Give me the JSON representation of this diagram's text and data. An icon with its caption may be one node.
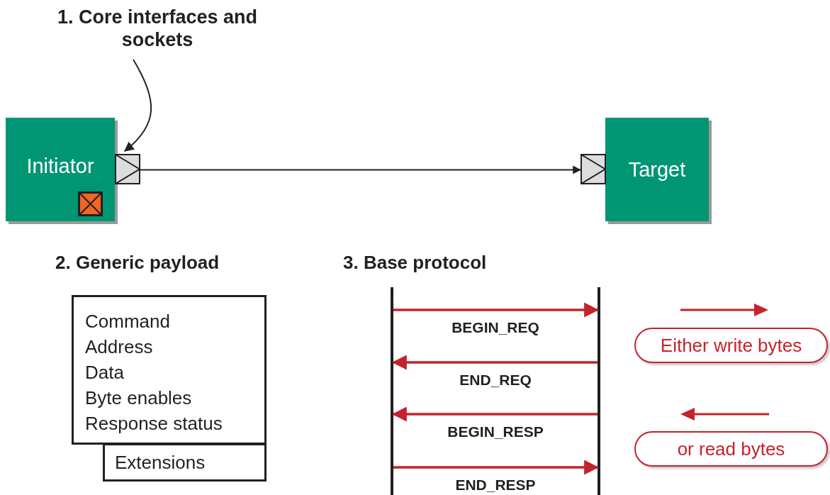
{
  "diagram": {
    "nodes": [
      {
        "text": [
          "1. Core interfaces and sockets"
        ]
      },
      {
        "text": [
          "Initiator"
        ]
      },
      {
        "text": [],
        "shape": "box"
      },
      {
        "text": [],
        "shape": "box"
      },
      {
        "text": [
          "Target"
        ]
      },
      {
        "text": [
          "Command",
          "Address",
          "Data",
          "Byte enables",
          "Response status"
        ]
      },
      {
        "text": [
          "Extensions"
        ]
      },
      {
        "text": [],
        "shape": "bar"
      },
      {
        "text": [],
        "shape": "bar"
      },
      {
        "text": [
          "Either write bytes"
        ]
      },
      {
        "text": [
          "or read bytes"
        ]
      }
    ],
    "edges": [
      {
        "from": 0,
        "to": 2,
        "arrow": "to",
        "color": "#222222"
      },
      {
        "from": 2,
        "to": 3,
        "arrow": "to",
        "color": "#222222"
      },
      {
        "from": 7,
        "to": 8,
        "arrow": "to",
        "label": "BEGIN_REQ"
      },
      {
        "from": 8,
        "to": 7,
        "arrow": "to",
        "label": "END_REQ"
      },
      {
        "from": 8,
        "to": 7,
        "arrow": "to",
        "label": "BEGIN_RESP"
      },
      {
        "from": 7,
        "to": 8,
        "arrow": "to",
        "label": "END_RESP"
      }
    ],
    "labels": [
      "2. Generic payload",
      "3. Base protocol"
    ]
  }
}
